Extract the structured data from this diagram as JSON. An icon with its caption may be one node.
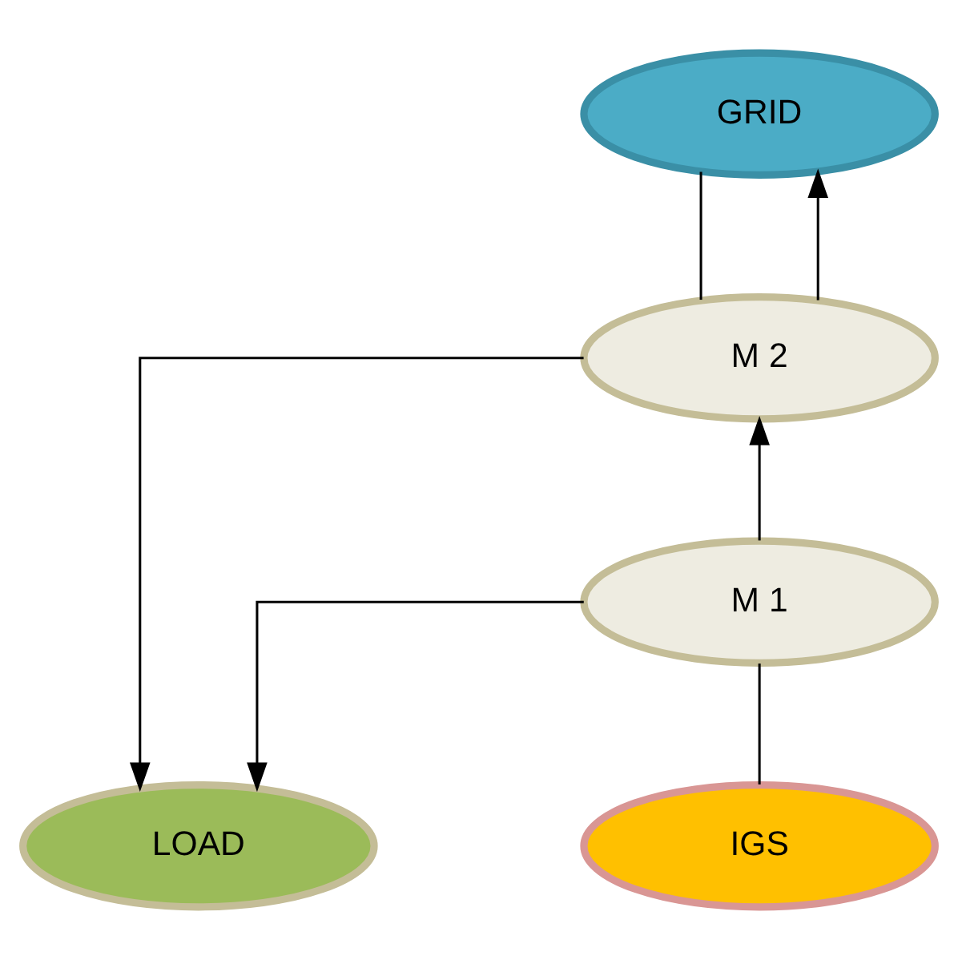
{
  "diagram": {
    "nodes": [
      {
        "text": [
          "GRID"
        ]
      },
      {
        "text": [
          "M 2"
        ]
      },
      {
        "text": [
          "M 1"
        ]
      },
      {
        "text": [
          "IGS"
        ]
      },
      {
        "text": [
          "LOAD"
        ]
      }
    ],
    "edges": [
      {
        "from": 0,
        "to": 1,
        "arrow": "none"
      },
      {
        "from": 1,
        "to": 0,
        "arrow": "to"
      },
      {
        "from": 1,
        "to": 4,
        "arrow": "to"
      },
      {
        "from": 2,
        "to": 1,
        "arrow": "to"
      },
      {
        "from": 2,
        "to": 4,
        "arrow": "to"
      },
      {
        "from": 3,
        "to": 2,
        "arrow": "none"
      }
    ]
  }
}
